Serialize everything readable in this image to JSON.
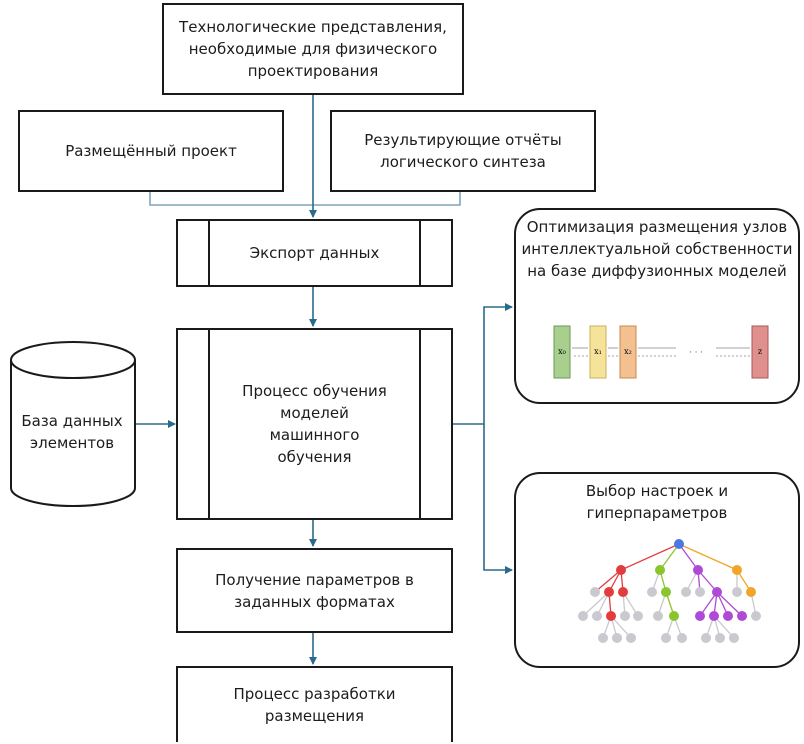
{
  "boxes": {
    "tech": "Технологические представления,\nнеобходимые для физического\nпроектирования",
    "placed": "Размещённый проект",
    "reports": "Результирующие отчёты\nлогического синтеза",
    "export": "Экспорт данных",
    "training": "Процесс обучения\nмоделей\nмашинного\nобучения",
    "params": "Получение параметров в\nзаданных форматах",
    "dev": "Процесс разработки\nразмещения"
  },
  "database": {
    "label": "База данных\nэлементов"
  },
  "panels": {
    "diffusion": {
      "title": "Оптимизация размещения узлов\nинтеллектуальной собственности\nна базе диффузионных моделей",
      "nodes": [
        {
          "label": "x₀",
          "color": "#a9cf8e"
        },
        {
          "label": "x₁",
          "color": "#f6e39a"
        },
        {
          "label": "x₂",
          "color": "#f3c08f"
        },
        {
          "label": "z",
          "color": "#e08f8f"
        }
      ],
      "dots": "· · ·"
    },
    "tuning": {
      "title": "Выбор настроек и\nгиперпараметров"
    }
  },
  "colors": {
    "arrow": "#2b6a8b",
    "connector": "#7fa4bf",
    "tree_root": "#4a78e0",
    "tree_red": "#e23c3c",
    "tree_green": "#8ac52e",
    "tree_purple": "#b04ad6",
    "tree_orange": "#f0a52b",
    "tree_gray": "#c9c9cf"
  }
}
